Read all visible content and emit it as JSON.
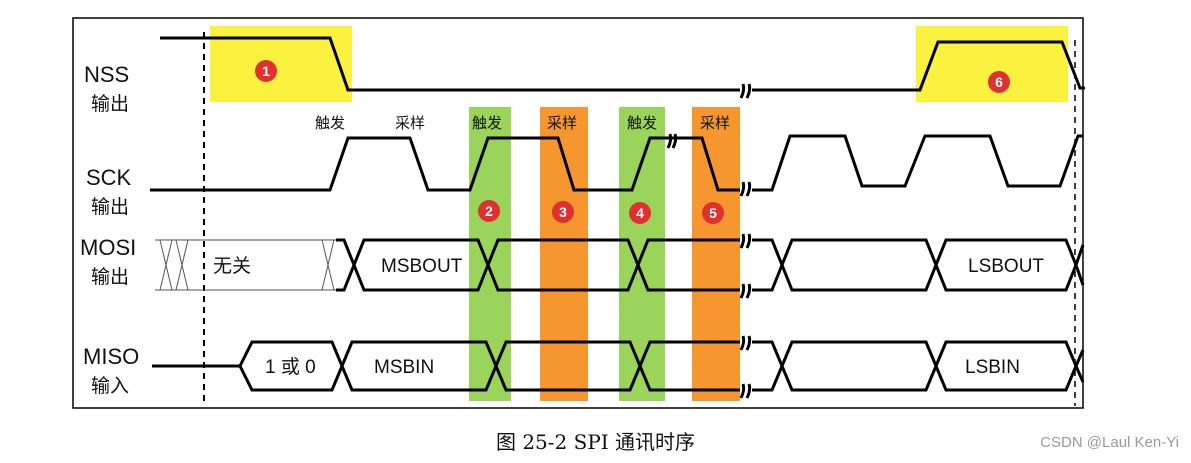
{
  "signals": [
    {
      "name": "NSS",
      "sub": "输出"
    },
    {
      "name": "SCK",
      "sub": "输出"
    },
    {
      "name": "MOSI",
      "sub": "输出"
    },
    {
      "name": "MISO",
      "sub": "输入"
    }
  ],
  "phase_labels": [
    "触发",
    "采样",
    "触发",
    "采样",
    "触发",
    "采样"
  ],
  "bus_labels": {
    "dont_care": "无关",
    "msbout": "MSBOUT",
    "lsbout": "LSBOUT",
    "one_or_zero": "1 或 0",
    "msbin": "MSBIN",
    "lsbin": "LSBIN"
  },
  "markers": [
    "1",
    "2",
    "3",
    "4",
    "5",
    "6"
  ],
  "colors": {
    "nss_highlight": "#fbf23f",
    "trigger_band": "#9ad45a",
    "sample_band": "#f6962e",
    "marker": "#e0302f",
    "line": "#000000"
  },
  "caption": "图 25-2 SPI 通讯时序",
  "watermark": "CSDN @Laul Ken-Yi"
}
